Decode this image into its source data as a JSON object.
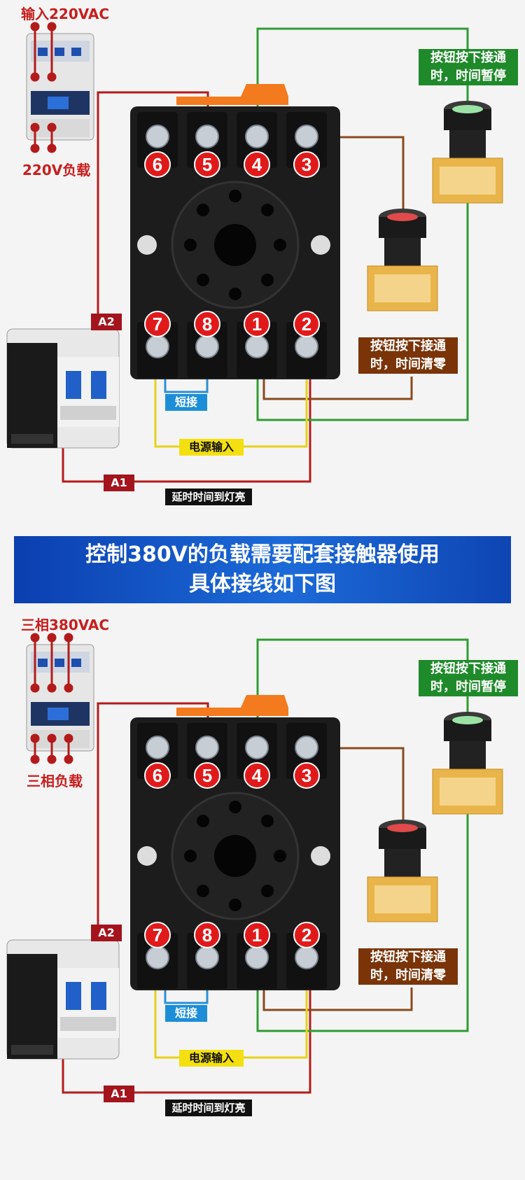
{
  "colors": {
    "red_wire": "#b31b1b",
    "green_wire": "#2f9b33",
    "brown_wire": "#8a4a1c",
    "yellow_wire": "#e6d21a",
    "blue_wire": "#2b8fd6",
    "terminal_red": "#e01a1a",
    "banner_blue": "#1c5fd0"
  },
  "banner": {
    "line1": "控制380V的负载需要配套接触器使用",
    "line2": "具体接线如下图"
  },
  "sections": [
    {
      "supply_label": "输入220VAC",
      "load_label": "220V负载",
      "pause_label": [
        "按钮按下接通",
        "时，时间暂停"
      ],
      "reset_label": [
        "按钮按下接通",
        "时，时间清零"
      ],
      "a2": "A2",
      "a1": "A1",
      "short": "短接",
      "power": "电源输入",
      "lamp": "延时时间到灯亮",
      "top_terminals": [
        "6",
        "5",
        "4",
        "3"
      ],
      "bottom_terminals": [
        "7",
        "8",
        "1",
        "2"
      ]
    },
    {
      "supply_label": "三相380VAC",
      "load_label": "三相负载",
      "pause_label": [
        "按钮按下接通",
        "时，时间暂停"
      ],
      "reset_label": [
        "按钮按下接通",
        "时，时间清零"
      ],
      "a2": "A2",
      "a1": "A1",
      "short": "短接",
      "power": "电源输入",
      "lamp": "延时时间到灯亮",
      "top_terminals": [
        "6",
        "5",
        "4",
        "3"
      ],
      "bottom_terminals": [
        "7",
        "8",
        "1",
        "2"
      ]
    }
  ],
  "icons": [
    "contactor-icon",
    "relay-socket-icon",
    "push-button-icon"
  ]
}
